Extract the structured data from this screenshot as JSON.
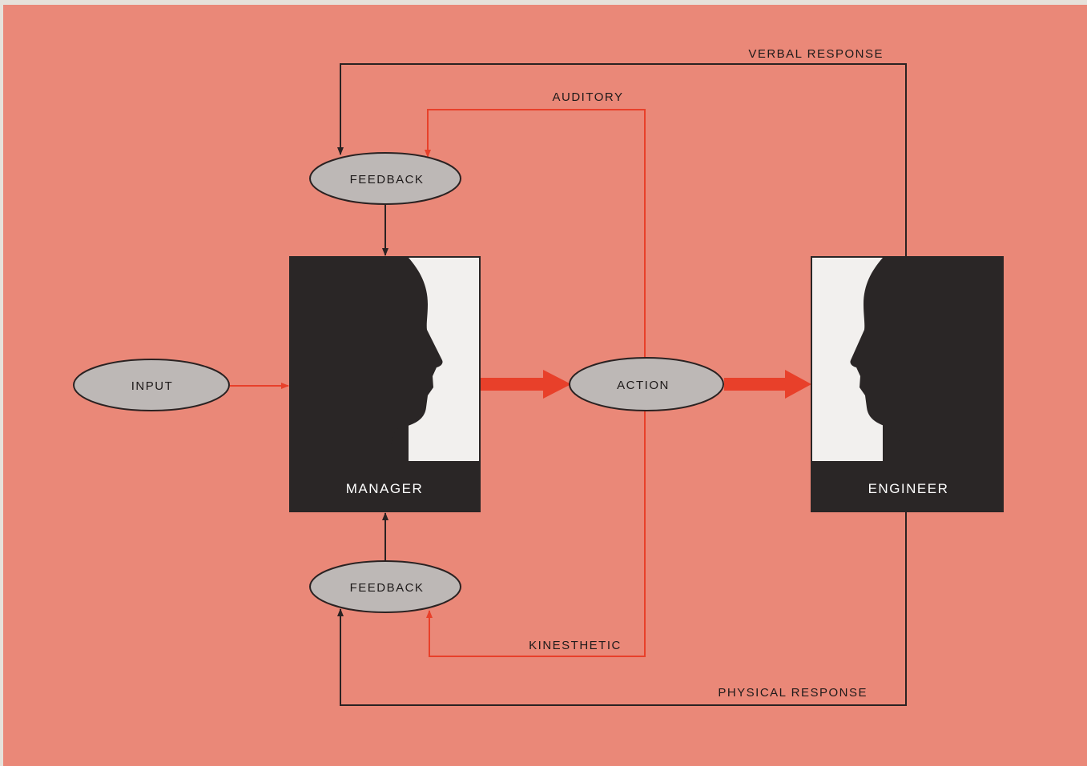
{
  "colors": {
    "page": "#e6e1da",
    "panel": "#ea8878",
    "line_black": "#2a2222",
    "line_red": "#e8402a",
    "ellipse_fill": "#bdb8b6",
    "box_dark": "#2a2626",
    "face_light": "#f2f0ee"
  },
  "nodes": {
    "input": "INPUT",
    "feedback_top": "FEEDBACK",
    "feedback_bottom": "FEEDBACK",
    "action": "ACTION",
    "manager": "MANAGER",
    "engineer": "ENGINEER"
  },
  "edges": {
    "verbal_response": "VERBAL RESPONSE",
    "auditory": "AUDITORY",
    "kinesthetic": "KINESTHETIC",
    "physical_response": "PHYSICAL RESPONSE"
  },
  "icons": {
    "manager_face": "profile-silhouette-facing-right",
    "engineer_face": "profile-silhouette-facing-left"
  }
}
